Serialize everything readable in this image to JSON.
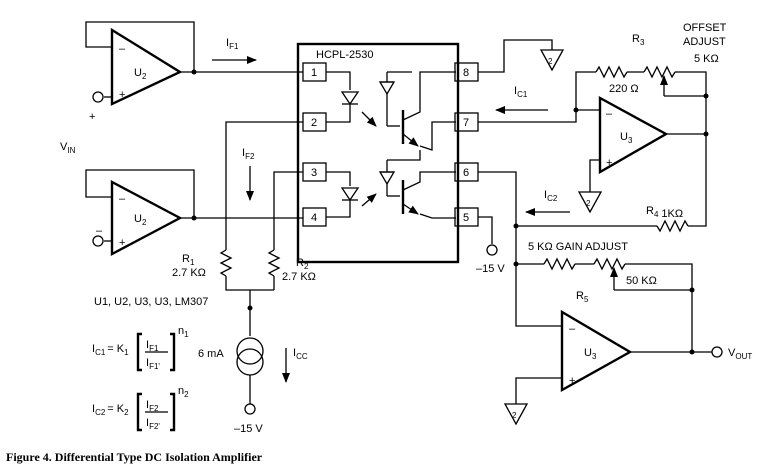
{
  "diagram": {
    "caption": "Figure 4. Differential Type DC Isolation Amplifier",
    "chip": {
      "name": "HCPL-2530",
      "pins": [
        "1",
        "2",
        "3",
        "4",
        "5",
        "6",
        "7",
        "8"
      ]
    },
    "amplifiers": {
      "u2_top": "U",
      "u2_top_sub": "2",
      "u2_bottom": "U",
      "u2_bottom_sub": "2",
      "u3_top": "U",
      "u3_top_sub": "3",
      "u3_bottom": "U",
      "u3_bottom_sub": "3",
      "minus": "–",
      "plus": "+"
    },
    "labels": {
      "vin": "V",
      "vin_sub": "IN",
      "plus_input": "+",
      "minus_input": "–",
      "if1": "I",
      "if1_sub": "F1",
      "if2": "I",
      "if2_sub": "F2",
      "ic1": "I",
      "ic1_sub": "C1",
      "ic2": "I",
      "ic2_sub": "C2",
      "icc": "I",
      "icc_sub": "CC",
      "offset_adjust_1": "OFFSET",
      "offset_adjust_2": "ADJUST",
      "offset_value": "5 KΩ",
      "r3": "R",
      "r3_sub": "3",
      "r3_value": "220 Ω",
      "r4": "R",
      "r4_sub": "4",
      "r4_value": "1KΩ",
      "gain_adjust": "5 KΩ GAIN ADJUST",
      "r5": "R",
      "r5_sub": "5",
      "r5_value": "50 KΩ",
      "r1": "R",
      "r1_sub": "1",
      "r1_value": "2.7 KΩ",
      "r2": "R",
      "r2_sub": "2",
      "r2_value": "2.7 KΩ",
      "neg15_a": "–15 V",
      "neg15_b": "–15 V",
      "current_source": "6 mA",
      "vout": "V",
      "vout_sub": "OUT",
      "parts_list": "U1, U2, U3, U3, LM307",
      "ground_label": "2"
    },
    "equations": {
      "ic1_lhs": "I",
      "ic1_lhs_sub": "C1",
      "ic1_eq": "= K",
      "ic1_k_sub": "1",
      "ic1_num": "I",
      "ic1_num_sub": "F1",
      "ic1_den": "I",
      "ic1_den_sub": "F1'",
      "ic1_exp": "n",
      "ic1_exp_sub": "1",
      "ic2_lhs": "I",
      "ic2_lhs_sub": "C2",
      "ic2_eq": "= K",
      "ic2_k_sub": "2",
      "ic2_num": "I",
      "ic2_num_sub": "F2",
      "ic2_den": "I",
      "ic2_den_sub": "F2'",
      "ic2_exp": "n",
      "ic2_exp_sub": "2"
    }
  }
}
